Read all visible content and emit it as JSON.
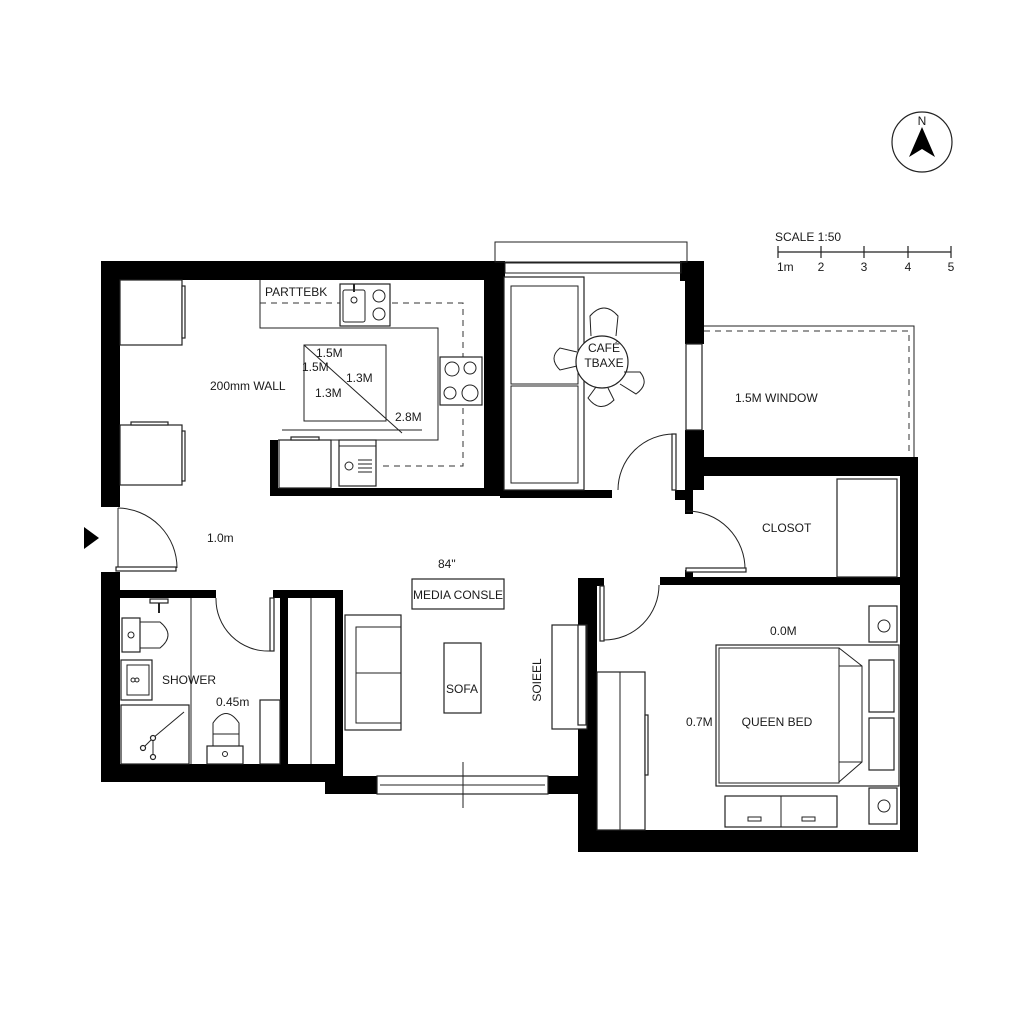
{
  "diagram": {
    "type": "floor-plan",
    "colors": {
      "wall": "#000000",
      "background": "#ffffff",
      "line": "#222222"
    },
    "north_arrow": {
      "label": "N"
    },
    "scale_bar": {
      "title": "SCALE 1:50",
      "ticks": [
        "1m",
        "2",
        "3",
        "4",
        "5"
      ]
    },
    "rooms": {
      "kitchen": {
        "label": "PARTTEBK",
        "wall_note": "200mm WALL",
        "dims": [
          "1.5M",
          "1.5M",
          "1.3M",
          "1.3M",
          "2.8M"
        ]
      },
      "dining": {
        "label_line1": "CAFÉ",
        "label_line2": "TBAXE"
      },
      "balcony": {
        "label": "1.5M WINDOW"
      },
      "closet": {
        "label": "CLOSOT"
      },
      "entry": {
        "label": "1.0m"
      },
      "living": {
        "dim": "84\"",
        "media": "MEDIA CONSLE",
        "sofa": "SOFA",
        "side": "SOIEEL"
      },
      "bathroom": {
        "label": "SHOWER",
        "dim": "0.45m"
      },
      "bedroom": {
        "bed": "QUEEN BED",
        "dim_top": "0.0M",
        "dim_left": "0.7M"
      }
    }
  }
}
